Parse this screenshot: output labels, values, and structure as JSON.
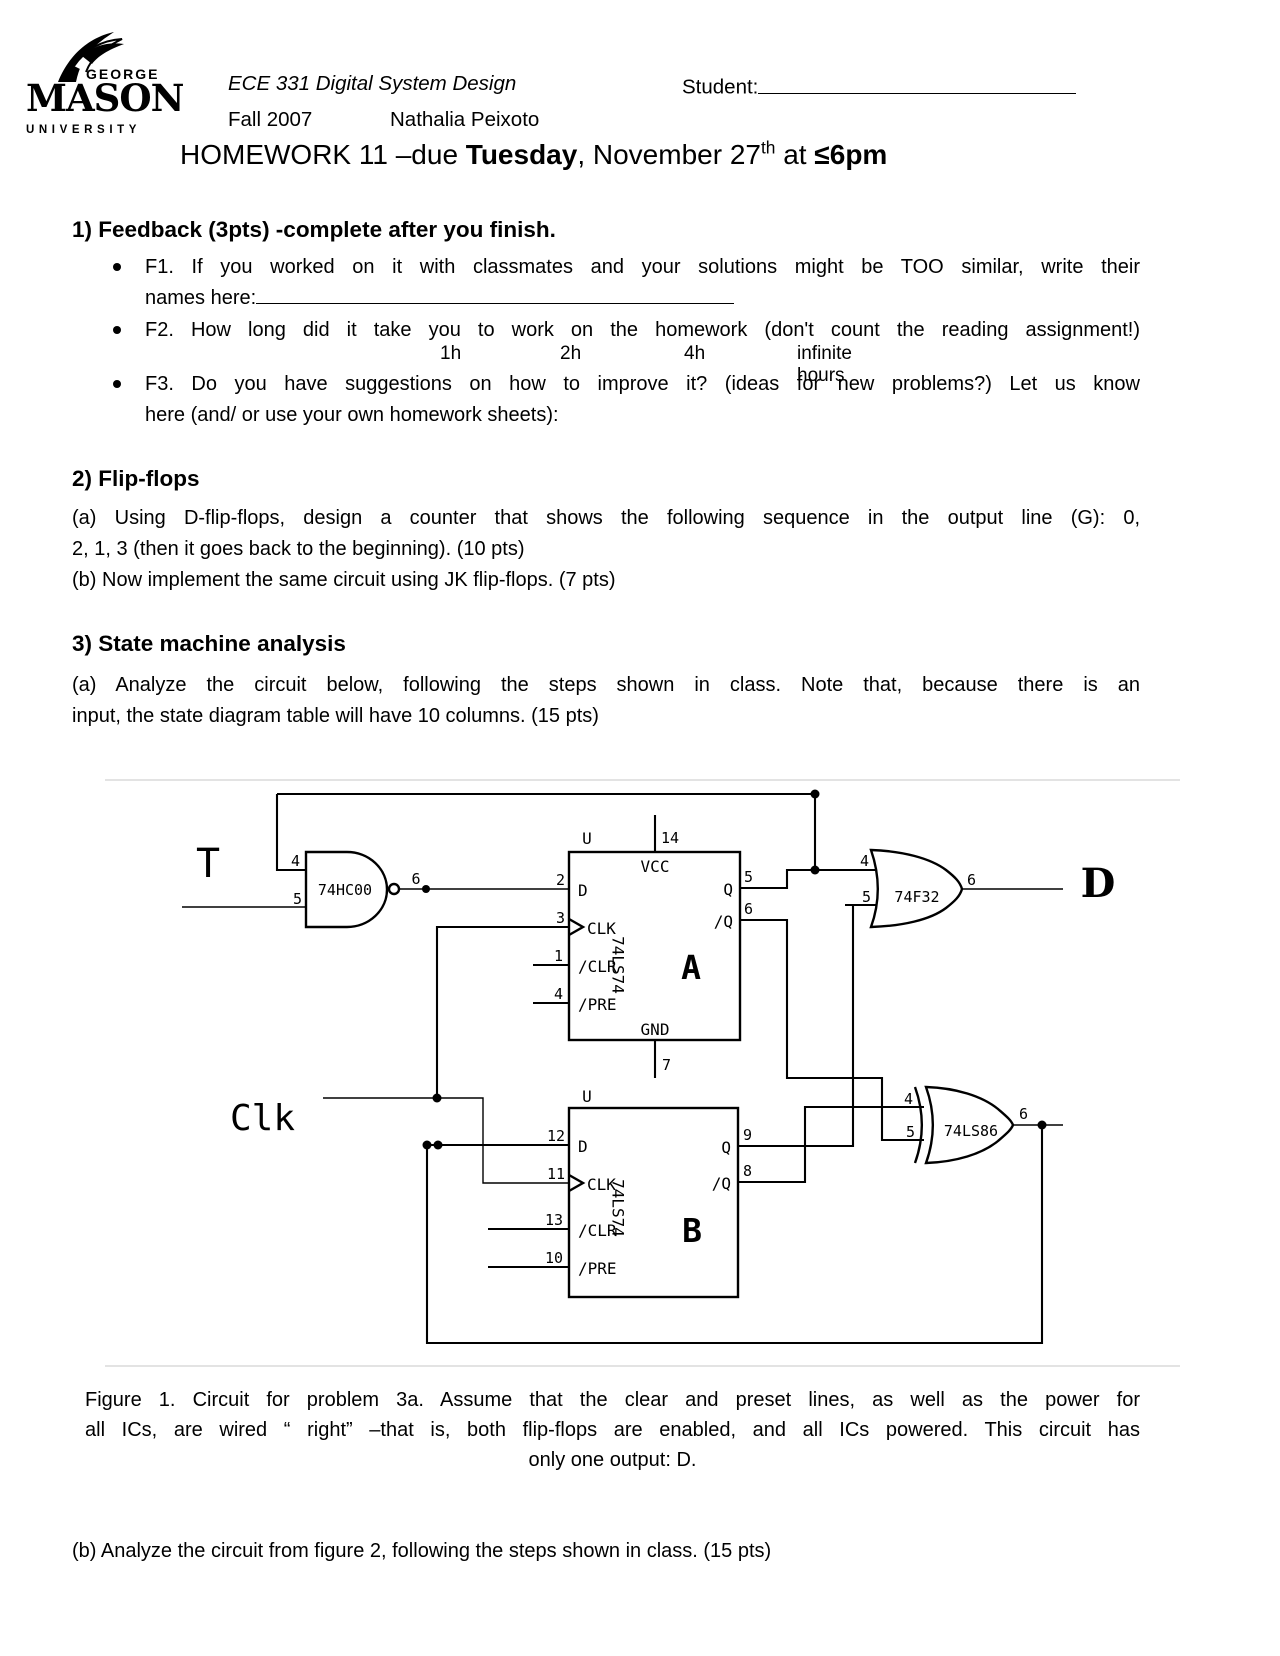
{
  "header": {
    "logo": {
      "george": "GEORGE",
      "mason": "MASON",
      "university": "UNIVERSITY"
    },
    "course": "ECE 331 Digital System Design",
    "student_label": "Student:",
    "term": "Fall 2007",
    "instructor": "Nathalia Peixoto",
    "title": {
      "p1": "HOMEWORK 11 –due ",
      "day": "Tuesday",
      "p2": ",  November 27",
      "sup": "th",
      "p3": " at ",
      "time": "≤6pm"
    }
  },
  "feedback": {
    "heading": "1) Feedback (3pts) -complete after you finish.",
    "f1_l1": "F1. If you worked on it with classmates and your solutions might be TOO similar, write their",
    "f1_l2": "names here:",
    "f2": "F2. How long did it take you to work on the homework (don't count the reading assignment!)",
    "options": [
      "1h",
      "2h",
      "4h",
      "infinite hours"
    ],
    "f3_l1": "F3. Do you have suggestions on how to improve it? (ideas for new problems?) Let us know",
    "f3_l2": "here (and/ or use your own homework sheets):"
  },
  "flipflops": {
    "heading": "2) Flip-flops",
    "a_l1": "(a) Using D-flip-flops, design a counter that shows the following sequence in the output line (G): 0,",
    "a_l2": "2, 1, 3 (then it goes back to the beginning).  (10 pts)",
    "b": "(b) Now implement the same circuit using JK flip-flops. (7 pts)"
  },
  "statemachine": {
    "heading": "3) State machine analysis",
    "a_l1": "(a) Analyze the circuit below, following the steps shown in class. Note that, because there is an",
    "a_l2": "input, the state diagram table will have 10 columns. (15 pts)",
    "b": "(b) Analyze the circuit from figure 2, following the steps shown in class. (15 pts)"
  },
  "figure": {
    "caption_l1": "Figure 1.  Circuit for problem 3a. Assume that the clear and preset lines, as well as the power for",
    "caption_l2": "all ICs, are wired “ right”  –that is, both flip-flops are enabled, and all ICs powered.  This circuit has",
    "caption_l3": "only one output: D.",
    "labels": {
      "t": "T",
      "clk_in": "Clk",
      "d_out": "D",
      "nand": "74HC00",
      "or_gate": "74F32",
      "xor_gate": "74LS86",
      "ff_part": "74LS74",
      "ff_a": "A",
      "ff_b": "B",
      "u": "U",
      "vcc": "VCC",
      "gnd": "GND",
      "d_pin": "D",
      "clk_pin": "CLK",
      "clr_pin": "/CLR",
      "pre_pin": "/PRE",
      "q_pin": "Q",
      "qb_pin": "/Q"
    },
    "pins": {
      "nand_a": "4",
      "nand_b": "5",
      "nand_y": "6",
      "or_a": "4",
      "or_b": "5",
      "or_y": "6",
      "xor_a": "4",
      "xor_b": "5",
      "xor_y": "6",
      "ffa_d": "2",
      "ffa_clk": "3",
      "ffa_clr": "1",
      "ffa_pre": "4",
      "ffa_q": "5",
      "ffa_qb": "6",
      "ffa_vcc": "14",
      "ffa_gnd": "7",
      "ffb_d": "12",
      "ffb_clk": "11",
      "ffb_clr": "13",
      "ffb_pre": "10",
      "ffb_q": "9",
      "ffb_qb": "8"
    }
  }
}
